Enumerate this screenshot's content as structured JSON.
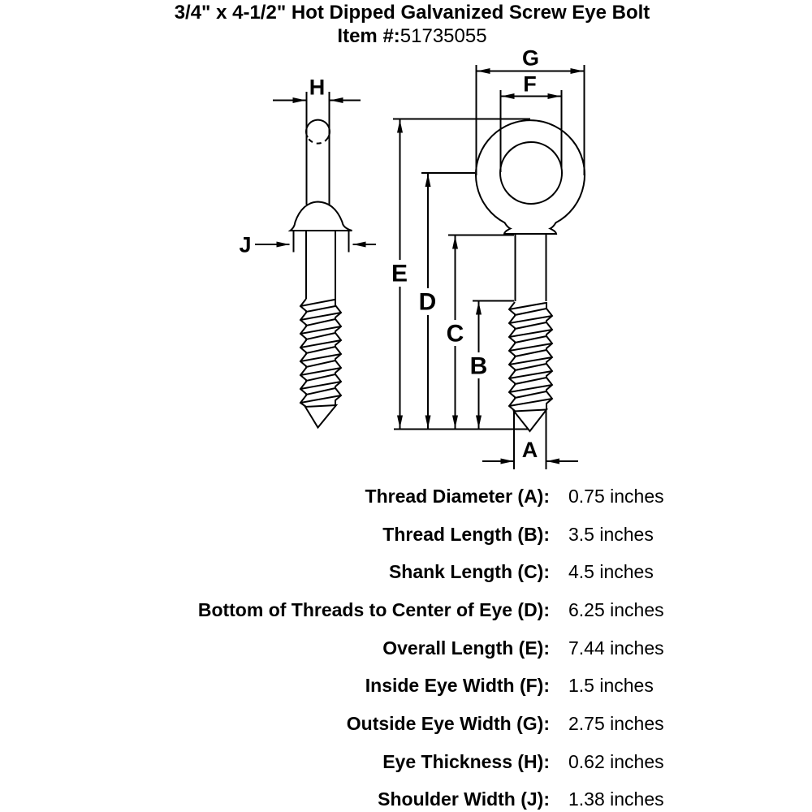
{
  "header": {
    "title": "3/4\" x 4-1/2\" Hot Dipped Galvanized Screw Eye Bolt",
    "item_label": "Item #:",
    "item_number": "51735055"
  },
  "diagram": {
    "dimension_labels": {
      "A": "A",
      "B": "B",
      "C": "C",
      "D": "D",
      "E": "E",
      "F": "F",
      "G": "G",
      "H": "H",
      "J": "J"
    }
  },
  "spec_table": {
    "rows": [
      {
        "label": "Thread Diameter (A):",
        "value": "0.75 inches"
      },
      {
        "label": "Thread Length (B):",
        "value": "3.5 inches"
      },
      {
        "label": "Shank Length (C):",
        "value": "4.5 inches"
      },
      {
        "label": "Bottom of Threads to Center of Eye (D):",
        "value": "6.25 inches"
      },
      {
        "label": "Overall Length (E):",
        "value": "7.44 inches"
      },
      {
        "label": "Inside Eye Width (F):",
        "value": "1.5 inches"
      },
      {
        "label": "Outside Eye Width (G):",
        "value": "2.75 inches"
      },
      {
        "label": "Eye Thickness (H):",
        "value": "0.62 inches"
      },
      {
        "label": "Shoulder Width (J):",
        "value": "1.38 inches"
      }
    ]
  },
  "colors": {
    "line": "#000000",
    "text": "#000000",
    "background": "#ffffff"
  }
}
